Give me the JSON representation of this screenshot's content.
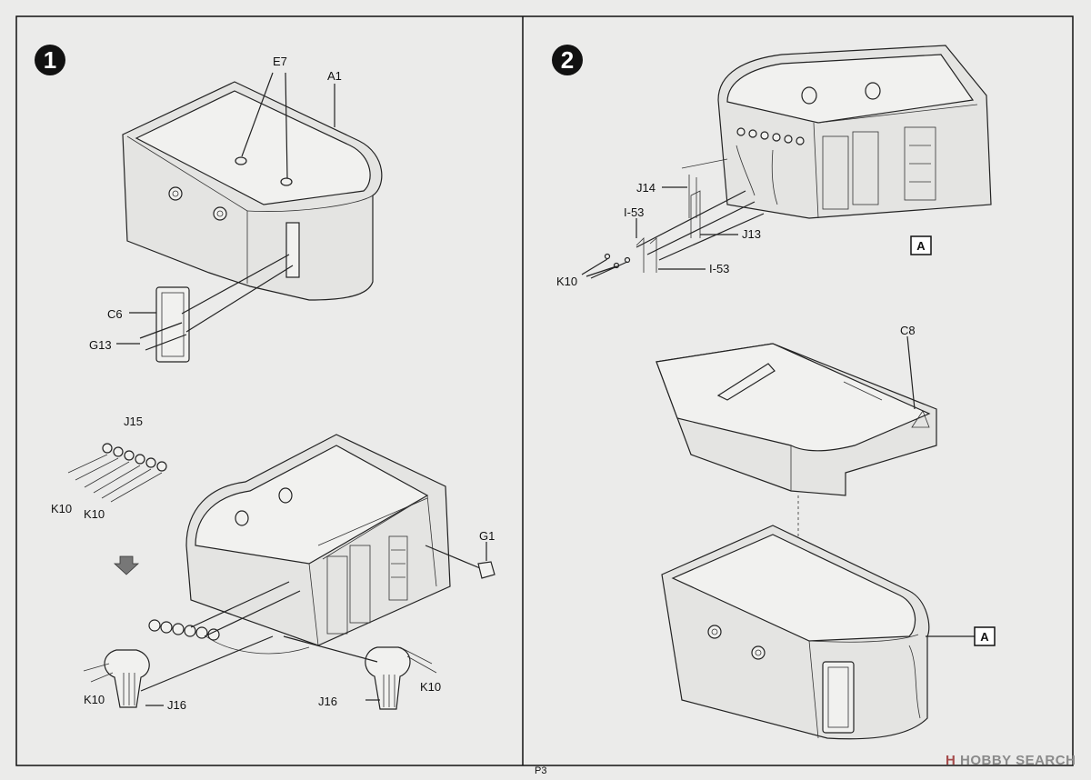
{
  "steps": [
    {
      "number": "1"
    },
    {
      "number": "2"
    }
  ],
  "step1": {
    "labels": {
      "e7": "E7",
      "a1": "A1",
      "c6": "C6",
      "g13": "G13",
      "j15": "J15",
      "k10_a": "K10",
      "k10_b": "K10",
      "g1": "G1",
      "k10_c": "K10",
      "j16_a": "J16",
      "j16_b": "J16",
      "k10_d": "K10"
    }
  },
  "step2": {
    "labels": {
      "j14": "J14",
      "i53_a": "I-53",
      "j13": "J13",
      "k10": "K10",
      "i53_b": "I-53",
      "ref_a_top": "A",
      "c8": "C8",
      "ref_a_bottom": "A"
    }
  },
  "footer": {
    "page": "P3",
    "watermark_brand": "HOBBY SEARCH",
    "watermark_badge": "H"
  },
  "colors": {
    "paper": "#ebebea",
    "ink": "#111111",
    "watermark": "#8a8a8a"
  }
}
